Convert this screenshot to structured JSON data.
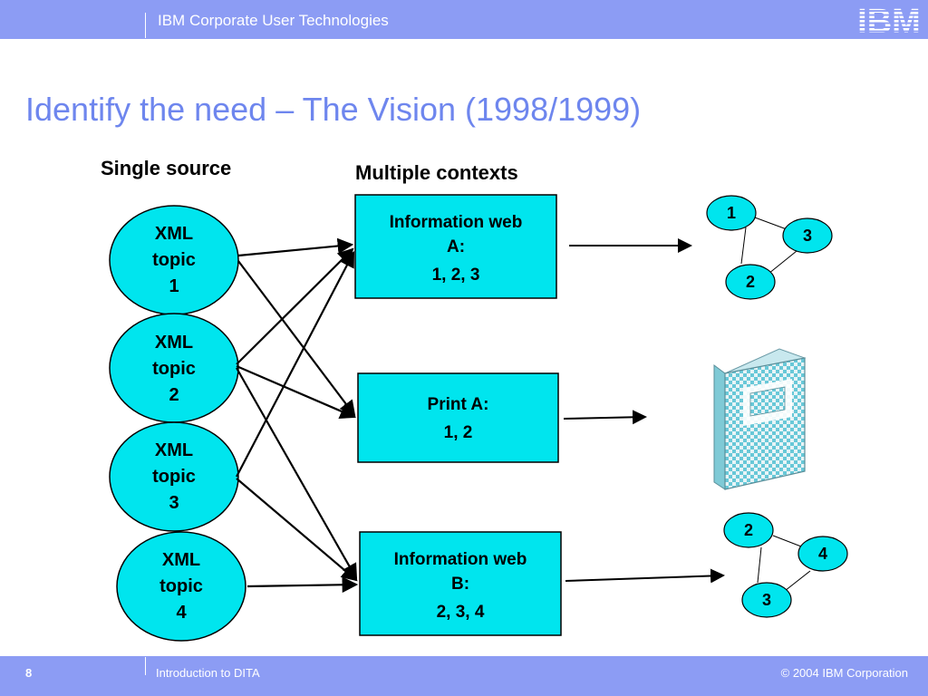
{
  "header": {
    "title": "IBM Corporate User Technologies",
    "logo_text": "IBM"
  },
  "slide": {
    "title": "Identify the need – The Vision (1998/1999)"
  },
  "labels": {
    "single_source": "Single source",
    "multiple_contexts": "Multiple contexts"
  },
  "topics": [
    {
      "line1": "XML",
      "line2": "topic",
      "number": "1"
    },
    {
      "line1": "XML",
      "line2": "topic",
      "number": "2"
    },
    {
      "line1": "XML",
      "line2": "topic",
      "number": "3"
    },
    {
      "line1": "XML",
      "line2": "topic",
      "number": "4"
    }
  ],
  "outputs": [
    {
      "line1": "Information web",
      "line2": "A:",
      "topics": "1, 2, 3"
    },
    {
      "line1": "Print A:",
      "topics": "1, 2"
    },
    {
      "line1": "Information web",
      "line2": "B:",
      "topics": "2, 3, 4"
    }
  ],
  "web_a_nodes": [
    "1",
    "3",
    "2"
  ],
  "web_b_nodes": [
    "2",
    "4",
    "3"
  ],
  "footer": {
    "page_number": "8",
    "text": "Introduction to DITA",
    "copyright": "© 2004 IBM Corporation"
  },
  "colors": {
    "header_bar": "#8c9cf4",
    "title": "#6e86ee",
    "shape_fill": "#00e5ee",
    "book": "#68c8d8"
  },
  "icons": {
    "print_output": "book-icon",
    "brand": "ibm-logo"
  }
}
